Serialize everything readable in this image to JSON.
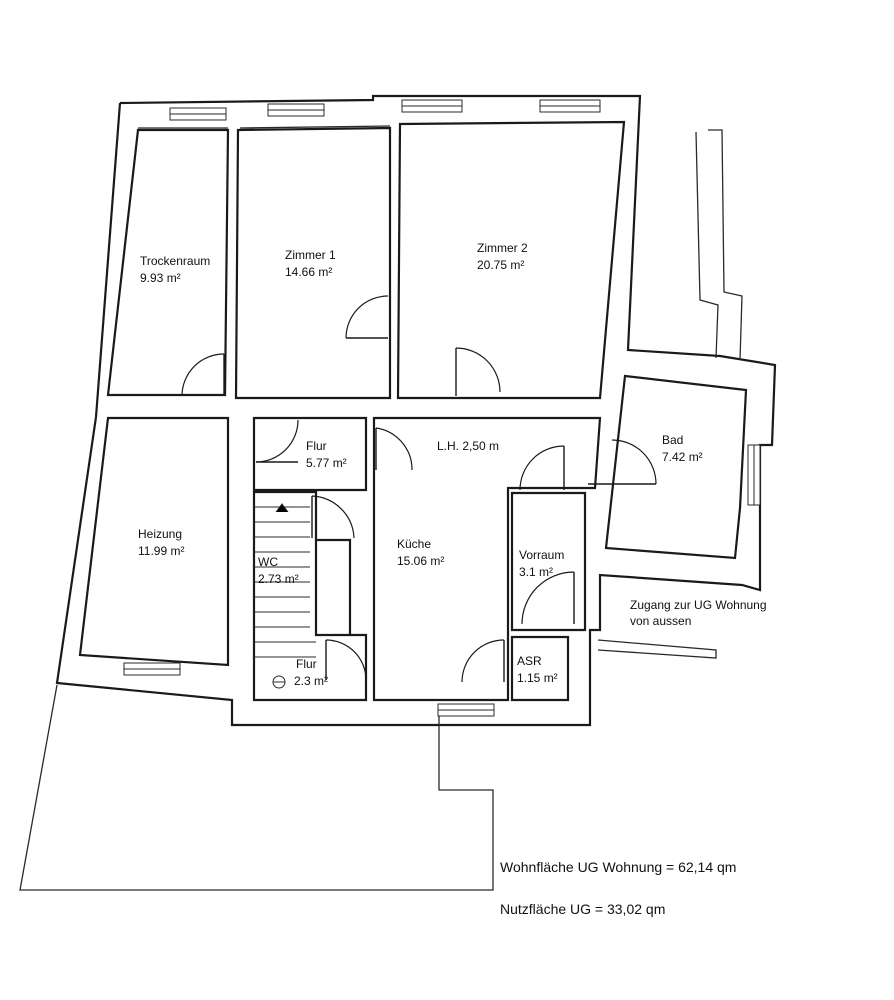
{
  "rooms": {
    "trockenraum": {
      "name": "Trockenraum",
      "area": "9.93 m²"
    },
    "zimmer1": {
      "name": "Zimmer 1",
      "area": "14.66 m²"
    },
    "zimmer2": {
      "name": "Zimmer 2",
      "area": "20.75 m²"
    },
    "bad": {
      "name": "Bad",
      "area": "7.42 m²"
    },
    "heizung": {
      "name": "Heizung",
      "area": "11.99 m²"
    },
    "flur_oben": {
      "name": "Flur",
      "area": "5.77 m²"
    },
    "wc": {
      "name": "WC",
      "area": "2.73 m²"
    },
    "flur_unten": {
      "name": "Flur",
      "area": "2.3 m²"
    },
    "kueche": {
      "name": "Küche",
      "area": "15.06 m²"
    },
    "vorraum": {
      "name": "Vorraum",
      "area": "3.1 m²"
    },
    "asr": {
      "name": "ASR",
      "area": "1.15 m²"
    }
  },
  "annotations": {
    "ceiling_height": "L.H. 2,50 m",
    "entrance_line1": "Zugang zur UG Wohnung",
    "entrance_line2": "von aussen"
  },
  "summary": {
    "wohnflaeche": "Wohnfläche UG Wohnung = 62,14 qm",
    "nutzflaeche": "Nutzfläche UG = 33,02 qm"
  }
}
